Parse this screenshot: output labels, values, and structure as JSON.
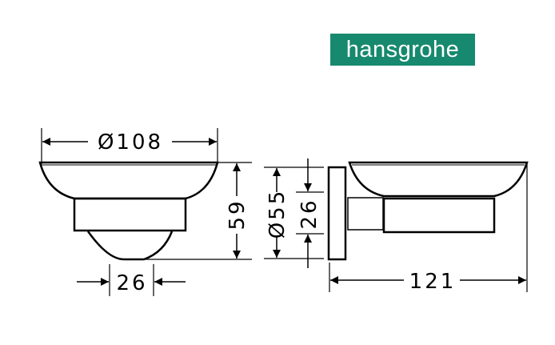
{
  "brand": {
    "logo_text": "hansgrohe",
    "color": "#17896e"
  },
  "dimensions": {
    "bowl_diameter": "Ø108",
    "height": "59",
    "bottom_width": "26",
    "plate_diameter": "Ø55",
    "arm_height": "26",
    "depth": "121"
  }
}
